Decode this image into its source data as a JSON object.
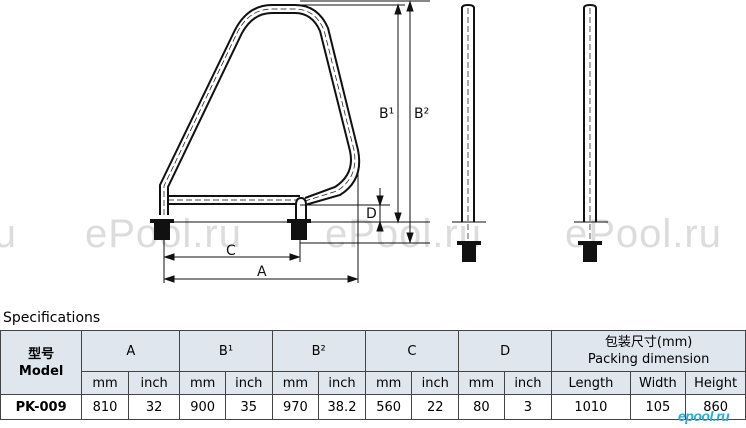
{
  "watermark": "ePool.ru",
  "logo": "epool.ru",
  "drawing": {
    "labels": {
      "b1": "B¹",
      "b2": "B²",
      "c": "C",
      "a": "A",
      "d": "D"
    }
  },
  "spec": {
    "title": "Specifications",
    "model_header_cn": "型号",
    "model_header_en": "Model",
    "groups": [
      "A",
      "B¹",
      "B²",
      "C",
      "D"
    ],
    "packing_cn": "包装尺寸(mm)",
    "packing_en": "Packing dimension",
    "units": [
      "mm",
      "inch",
      "mm",
      "inch",
      "mm",
      "inch",
      "mm",
      "inch",
      "mm",
      "inch"
    ],
    "packing_cols": [
      "Length",
      "Width",
      "Height"
    ],
    "row": {
      "model": "PK-009",
      "values": [
        "810",
        "32",
        "900",
        "35",
        "970",
        "38.2",
        "560",
        "22",
        "80",
        "3"
      ],
      "packing": [
        "1010",
        "105",
        "860"
      ]
    }
  }
}
